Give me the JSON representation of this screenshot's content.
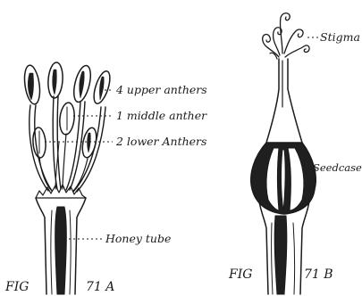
{
  "figure_a": {
    "labels": {
      "upper_anthers": "4 upper anthers",
      "middle_anther": "1 middle anther",
      "lower_anthers": "2 lower Anthers",
      "honey_tube": "Honey tube"
    },
    "caption_fig": "FIG",
    "caption_num": "71 A"
  },
  "figure_b": {
    "labels": {
      "stigma": "Stigma",
      "seedcase": "Seedcase"
    },
    "caption_fig": "FIG",
    "caption_num": "71 B"
  }
}
